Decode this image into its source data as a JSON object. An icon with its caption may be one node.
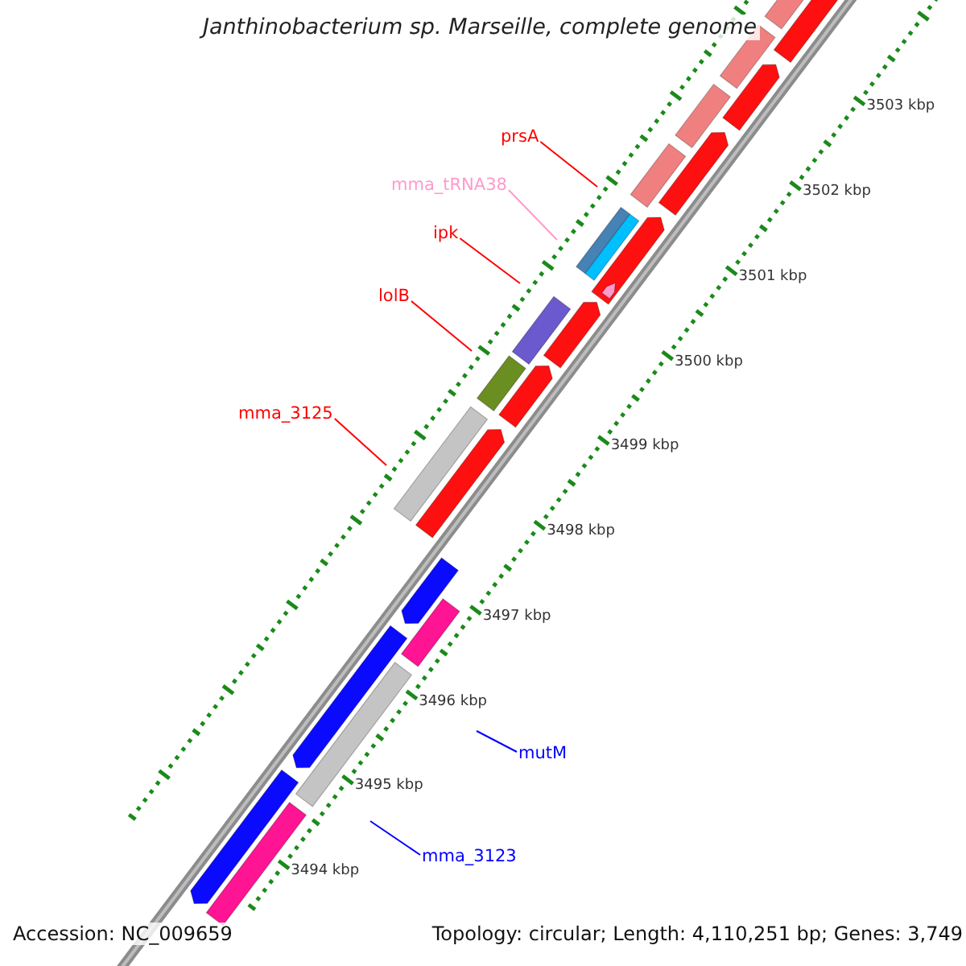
{
  "diagram": {
    "title": "Janthinobacterium sp. Marseille, complete genome",
    "nodes": [
      {
        "text": [
          "prsA"
        ]
      },
      {
        "text": [
          "mma_tRNA38"
        ]
      },
      {
        "text": [
          "ipk"
        ]
      },
      {
        "text": [
          "lolB"
        ]
      },
      {
        "text": [
          "mma_3125"
        ]
      },
      {
        "text": [
          "mutM"
        ]
      },
      {
        "text": [
          "mma_3123"
        ]
      }
    ],
    "edges": [
      {
        "from": 0,
        "to": null,
        "arrow": "none"
      },
      {
        "from": 1,
        "to": null,
        "arrow": "none",
        "color": "#ff99cc"
      },
      {
        "from": 2,
        "to": null,
        "arrow": "none"
      },
      {
        "from": 3,
        "to": null,
        "arrow": "none"
      },
      {
        "from": 4,
        "to": null,
        "arrow": "none"
      },
      {
        "from": 5,
        "to": null,
        "arrow": "none",
        "color": "#0000ff"
      },
      {
        "from": 6,
        "to": null,
        "arrow": "none",
        "color": "#0000ff"
      }
    ],
    "labels": [
      "3503 kbp",
      "3502 kbp",
      "3501 kbp",
      "3500 kbp",
      "3499 kbp",
      "3498 kbp",
      "3497 kbp",
      "3496 kbp",
      "3495 kbp",
      "3494 kbp",
      "Accession: NC_009659",
      "Topology: circular; Length: 4,110,251 bp; Genes: 3,749"
    ]
  }
}
